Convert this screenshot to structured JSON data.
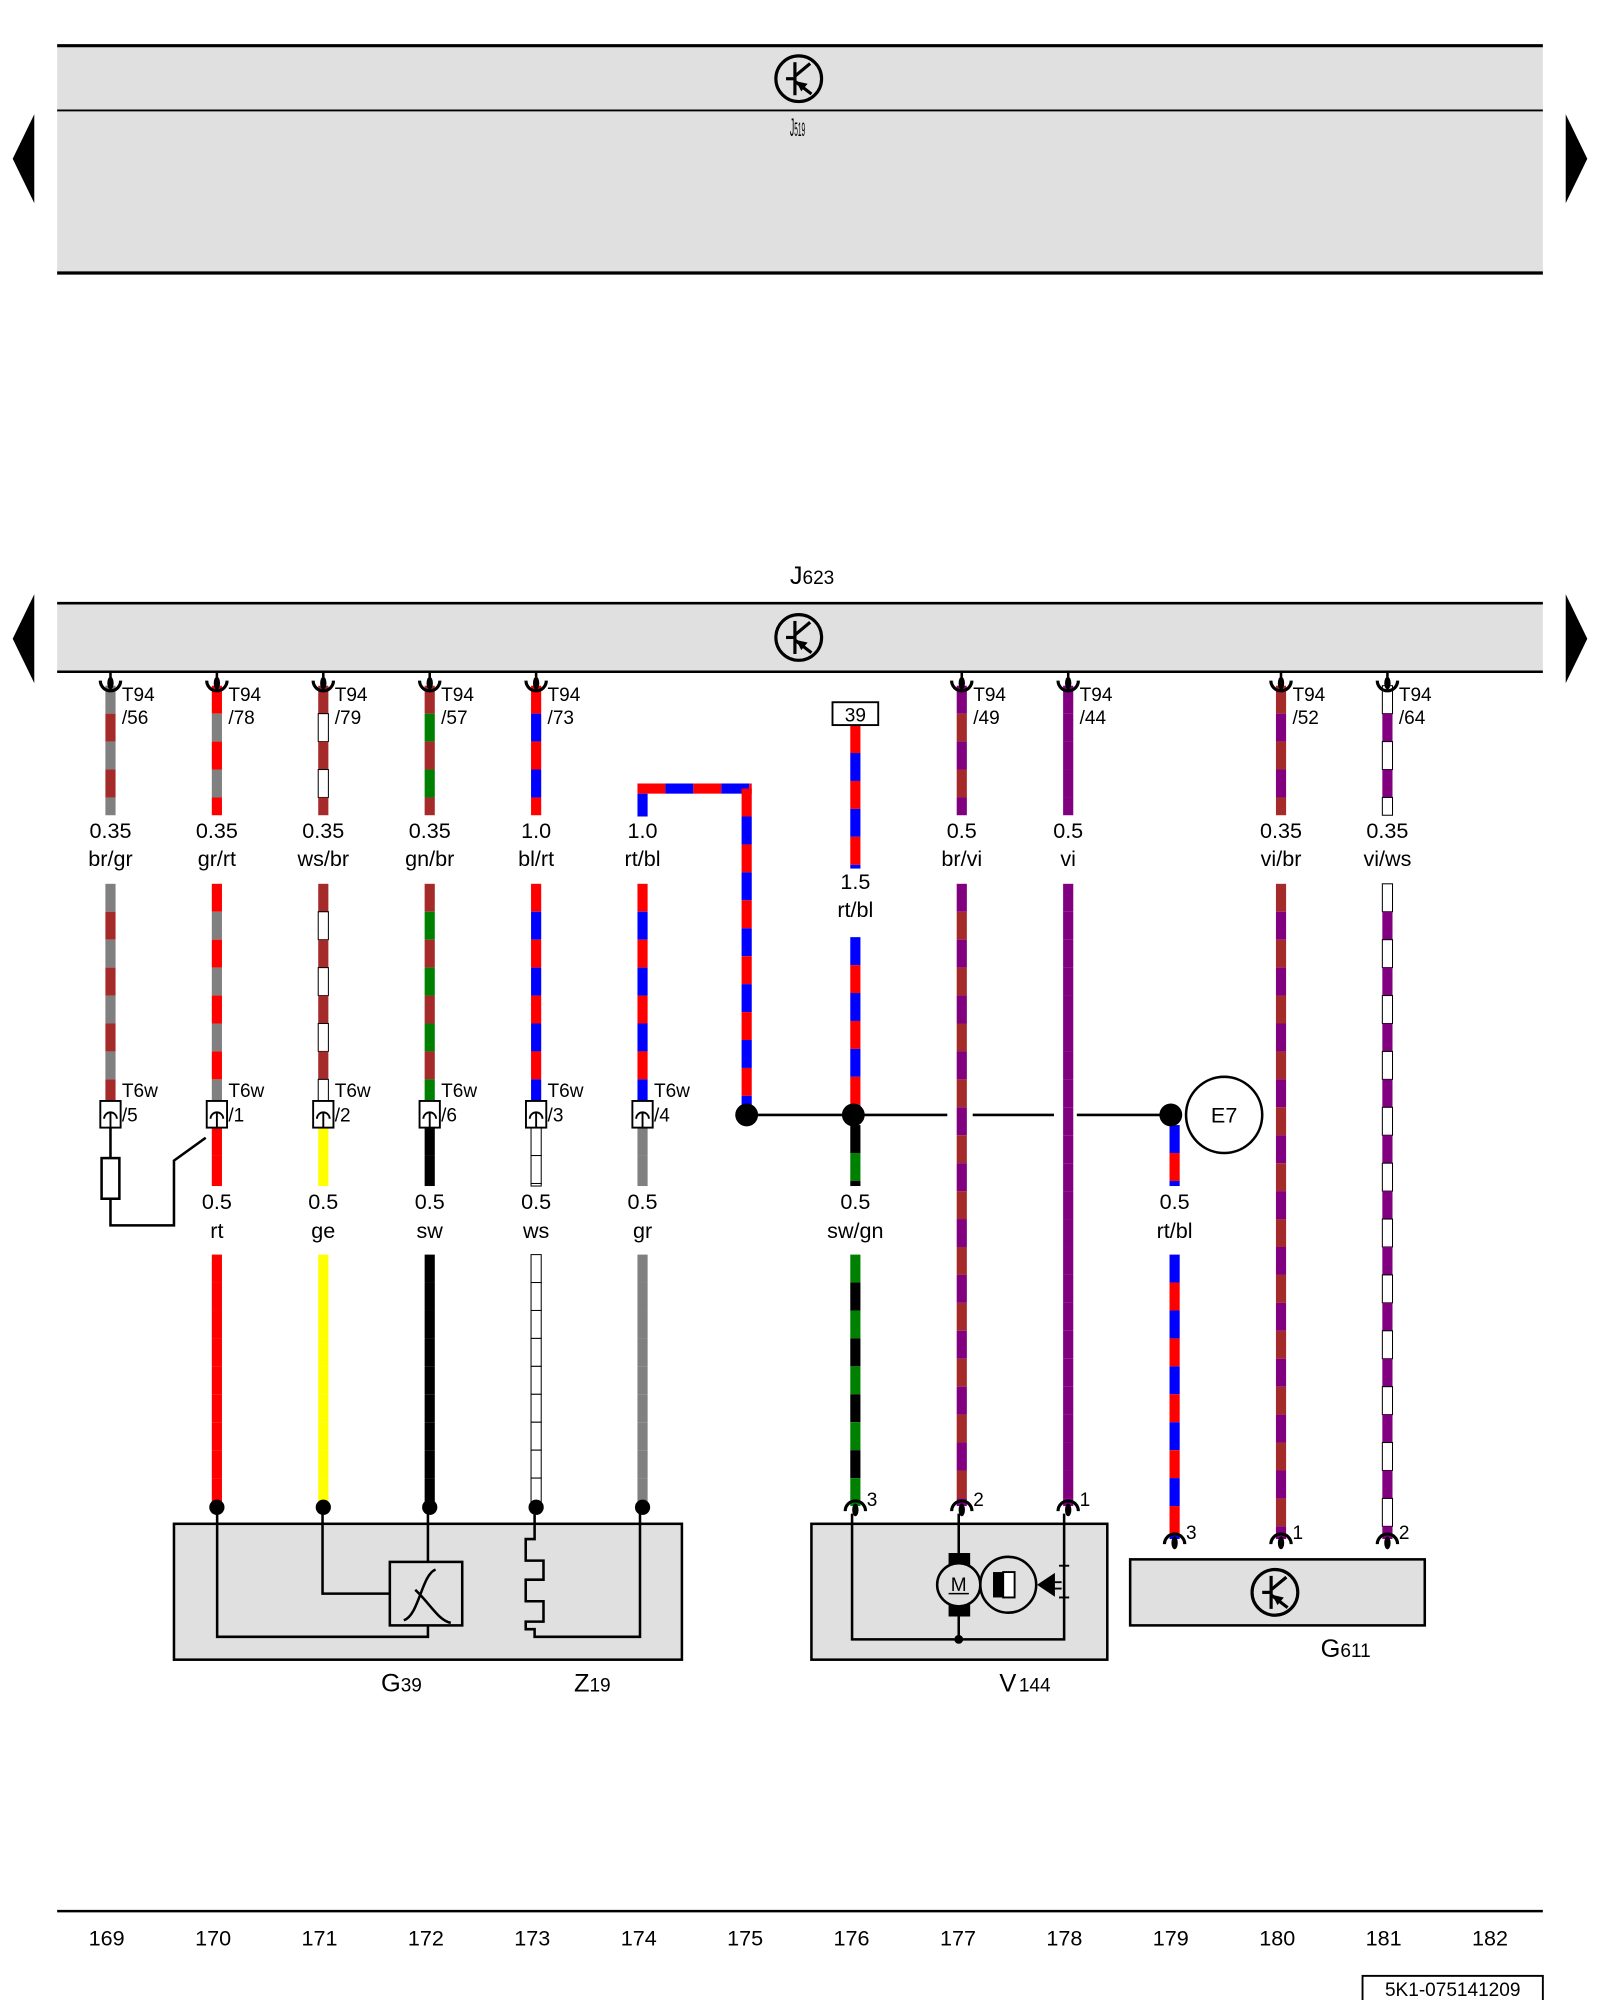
{
  "colors": {
    "rt": "#ff0000",
    "bl": "#0000ff",
    "br": "#a52a2a",
    "gr": "#808080",
    "ws": "#ffffff",
    "gn": "#008000",
    "sw": "#000000",
    "ge": "#ffff00",
    "vi": "#800080",
    "box_fill": "#e0e0e0"
  },
  "modules": {
    "top": {
      "name": "J",
      "sub": "519",
      "icon": "transistor-icon"
    },
    "main": {
      "name": "J",
      "sub": "623",
      "icon": "transistor-icon"
    }
  },
  "top_wires": [
    {
      "col": 169,
      "pin": "T94",
      "pin_no": "/56",
      "size": "0.35",
      "color": "br/gr",
      "stripe": [
        "gr",
        "br"
      ]
    },
    {
      "col": 170,
      "pin": "T94",
      "pin_no": "/78",
      "size": "0.35",
      "color": "gr/rt",
      "stripe": [
        "rt",
        "gr"
      ]
    },
    {
      "col": 171,
      "pin": "T94",
      "pin_no": "/79",
      "size": "0.35",
      "color": "ws/br",
      "stripe": [
        "br",
        "ws"
      ]
    },
    {
      "col": 172,
      "pin": "T94",
      "pin_no": "/57",
      "size": "0.35",
      "color": "gn/br",
      "stripe": [
        "br",
        "gn"
      ]
    },
    {
      "col": 173,
      "pin": "T94",
      "pin_no": "/73",
      "size": "1.0",
      "color": "bl/rt",
      "stripe": [
        "rt",
        "bl"
      ]
    },
    {
      "col": 174,
      "pin": "",
      "pin_no": "",
      "size": "1.0",
      "color": "rt/bl",
      "stripe": [
        "rt",
        "bl"
      ]
    },
    {
      "col": 176,
      "pin": "39",
      "pin_no": "",
      "size": "1.5",
      "color": "rt/bl",
      "stripe": [
        "rt",
        "bl"
      ]
    },
    {
      "col": 177,
      "pin": "T94",
      "pin_no": "/49",
      "size": "0.5",
      "color": "br/vi",
      "stripe": [
        "vi",
        "br"
      ]
    },
    {
      "col": 178,
      "pin": "T94",
      "pin_no": "/44",
      "size": "0.5",
      "color": "vi",
      "stripe": [
        "vi",
        "vi"
      ]
    },
    {
      "col": 180,
      "pin": "T94",
      "pin_no": "/52",
      "size": "0.35",
      "color": "vi/br",
      "stripe": [
        "br",
        "vi"
      ]
    },
    {
      "col": 181,
      "pin": "T94",
      "pin_no": "/64",
      "size": "0.35",
      "color": "vi/ws",
      "stripe": [
        "ws",
        "vi"
      ]
    }
  ],
  "t6w_connectors": [
    {
      "col": 169,
      "name": "T6w",
      "pin_no": "/5"
    },
    {
      "col": 170,
      "name": "T6w",
      "pin_no": "/1"
    },
    {
      "col": 171,
      "name": "T6w",
      "pin_no": "/2"
    },
    {
      "col": 172,
      "name": "T6w",
      "pin_no": "/6"
    },
    {
      "col": 173,
      "name": "T6w",
      "pin_no": "/3"
    },
    {
      "col": 174,
      "name": "T6w",
      "pin_no": "/4"
    }
  ],
  "lower_wires": [
    {
      "col": 170,
      "size": "0.5",
      "color": "rt",
      "stripe": [
        "rt",
        "rt"
      ]
    },
    {
      "col": 171,
      "size": "0.5",
      "color": "ge",
      "stripe": [
        "ge",
        "ge"
      ]
    },
    {
      "col": 172,
      "size": "0.5",
      "color": "sw",
      "stripe": [
        "sw",
        "sw"
      ]
    },
    {
      "col": 173,
      "size": "0.5",
      "color": "ws",
      "stripe": [
        "ws",
        "ws"
      ]
    },
    {
      "col": 174,
      "size": "0.5",
      "color": "gr",
      "stripe": [
        "gr",
        "gr"
      ]
    },
    {
      "col": 176,
      "size": "0.5",
      "color": "sw/gn",
      "stripe": [
        "gn",
        "sw"
      ]
    },
    {
      "col": 179,
      "size": "0.5",
      "color": "rt/bl",
      "stripe": [
        "bl",
        "rt"
      ]
    }
  ],
  "ground_point": {
    "label": "E7"
  },
  "components": [
    {
      "id": "g39",
      "name": "G",
      "sub": "39"
    },
    {
      "id": "z19",
      "name": "Z",
      "sub": "19"
    },
    {
      "id": "v144",
      "name": "V",
      "sub": "144",
      "pins": [
        "3",
        "2",
        "1"
      ],
      "motor_label": "M"
    },
    {
      "id": "g611",
      "name": "G",
      "sub": "611",
      "pins": [
        "3",
        "1",
        "2"
      ]
    }
  ],
  "columns": [
    "169",
    "170",
    "171",
    "172",
    "173",
    "174",
    "175",
    "176",
    "177",
    "178",
    "179",
    "180",
    "181",
    "182"
  ],
  "doc_ref": "5K1-075141209"
}
